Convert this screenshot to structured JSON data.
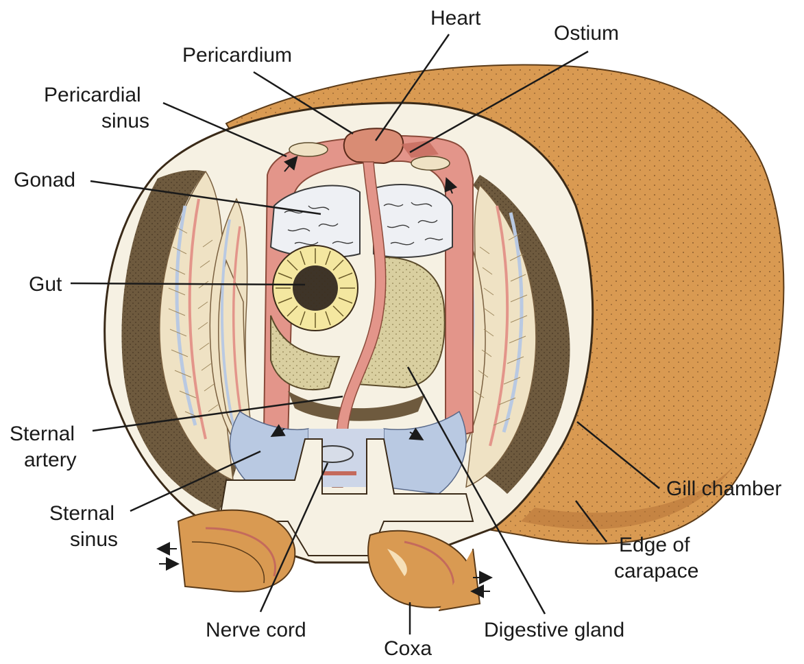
{
  "labels": {
    "heart": "Heart",
    "ostium": "Ostium",
    "pericardium": "Pericardium",
    "pericardial_sinus_1": "Pericardial",
    "pericardial_sinus_2": "sinus",
    "gonad": "Gonad",
    "gut": "Gut",
    "sternal_artery_1": "Sternal",
    "sternal_artery_2": "artery",
    "sternal_sinus_1": "Sternal",
    "sternal_sinus_2": "sinus",
    "gill_chamber": "Gill chamber",
    "edge_of_carapace_1": "Edge of",
    "edge_of_carapace_2": "carapace",
    "nerve_cord": "Nerve cord",
    "coxa": "Coxa",
    "digestive_gland": "Digestive gland"
  },
  "colors": {
    "carapace": "#d99a52",
    "carapace_dark": "#b8763a",
    "shell_white": "#f6f1e3",
    "gill": "#efe2c4",
    "vessel_red": "#e3958a",
    "vessel_red_dark": "#c46a5c",
    "vessel_blue": "#b9c9e2",
    "gonad": "#eef0f4",
    "gut_yellow": "#f4e7a0",
    "digestive": "#d9cfa0",
    "dark_tissue": "#6e5a3e",
    "heart": "#d98c74"
  }
}
